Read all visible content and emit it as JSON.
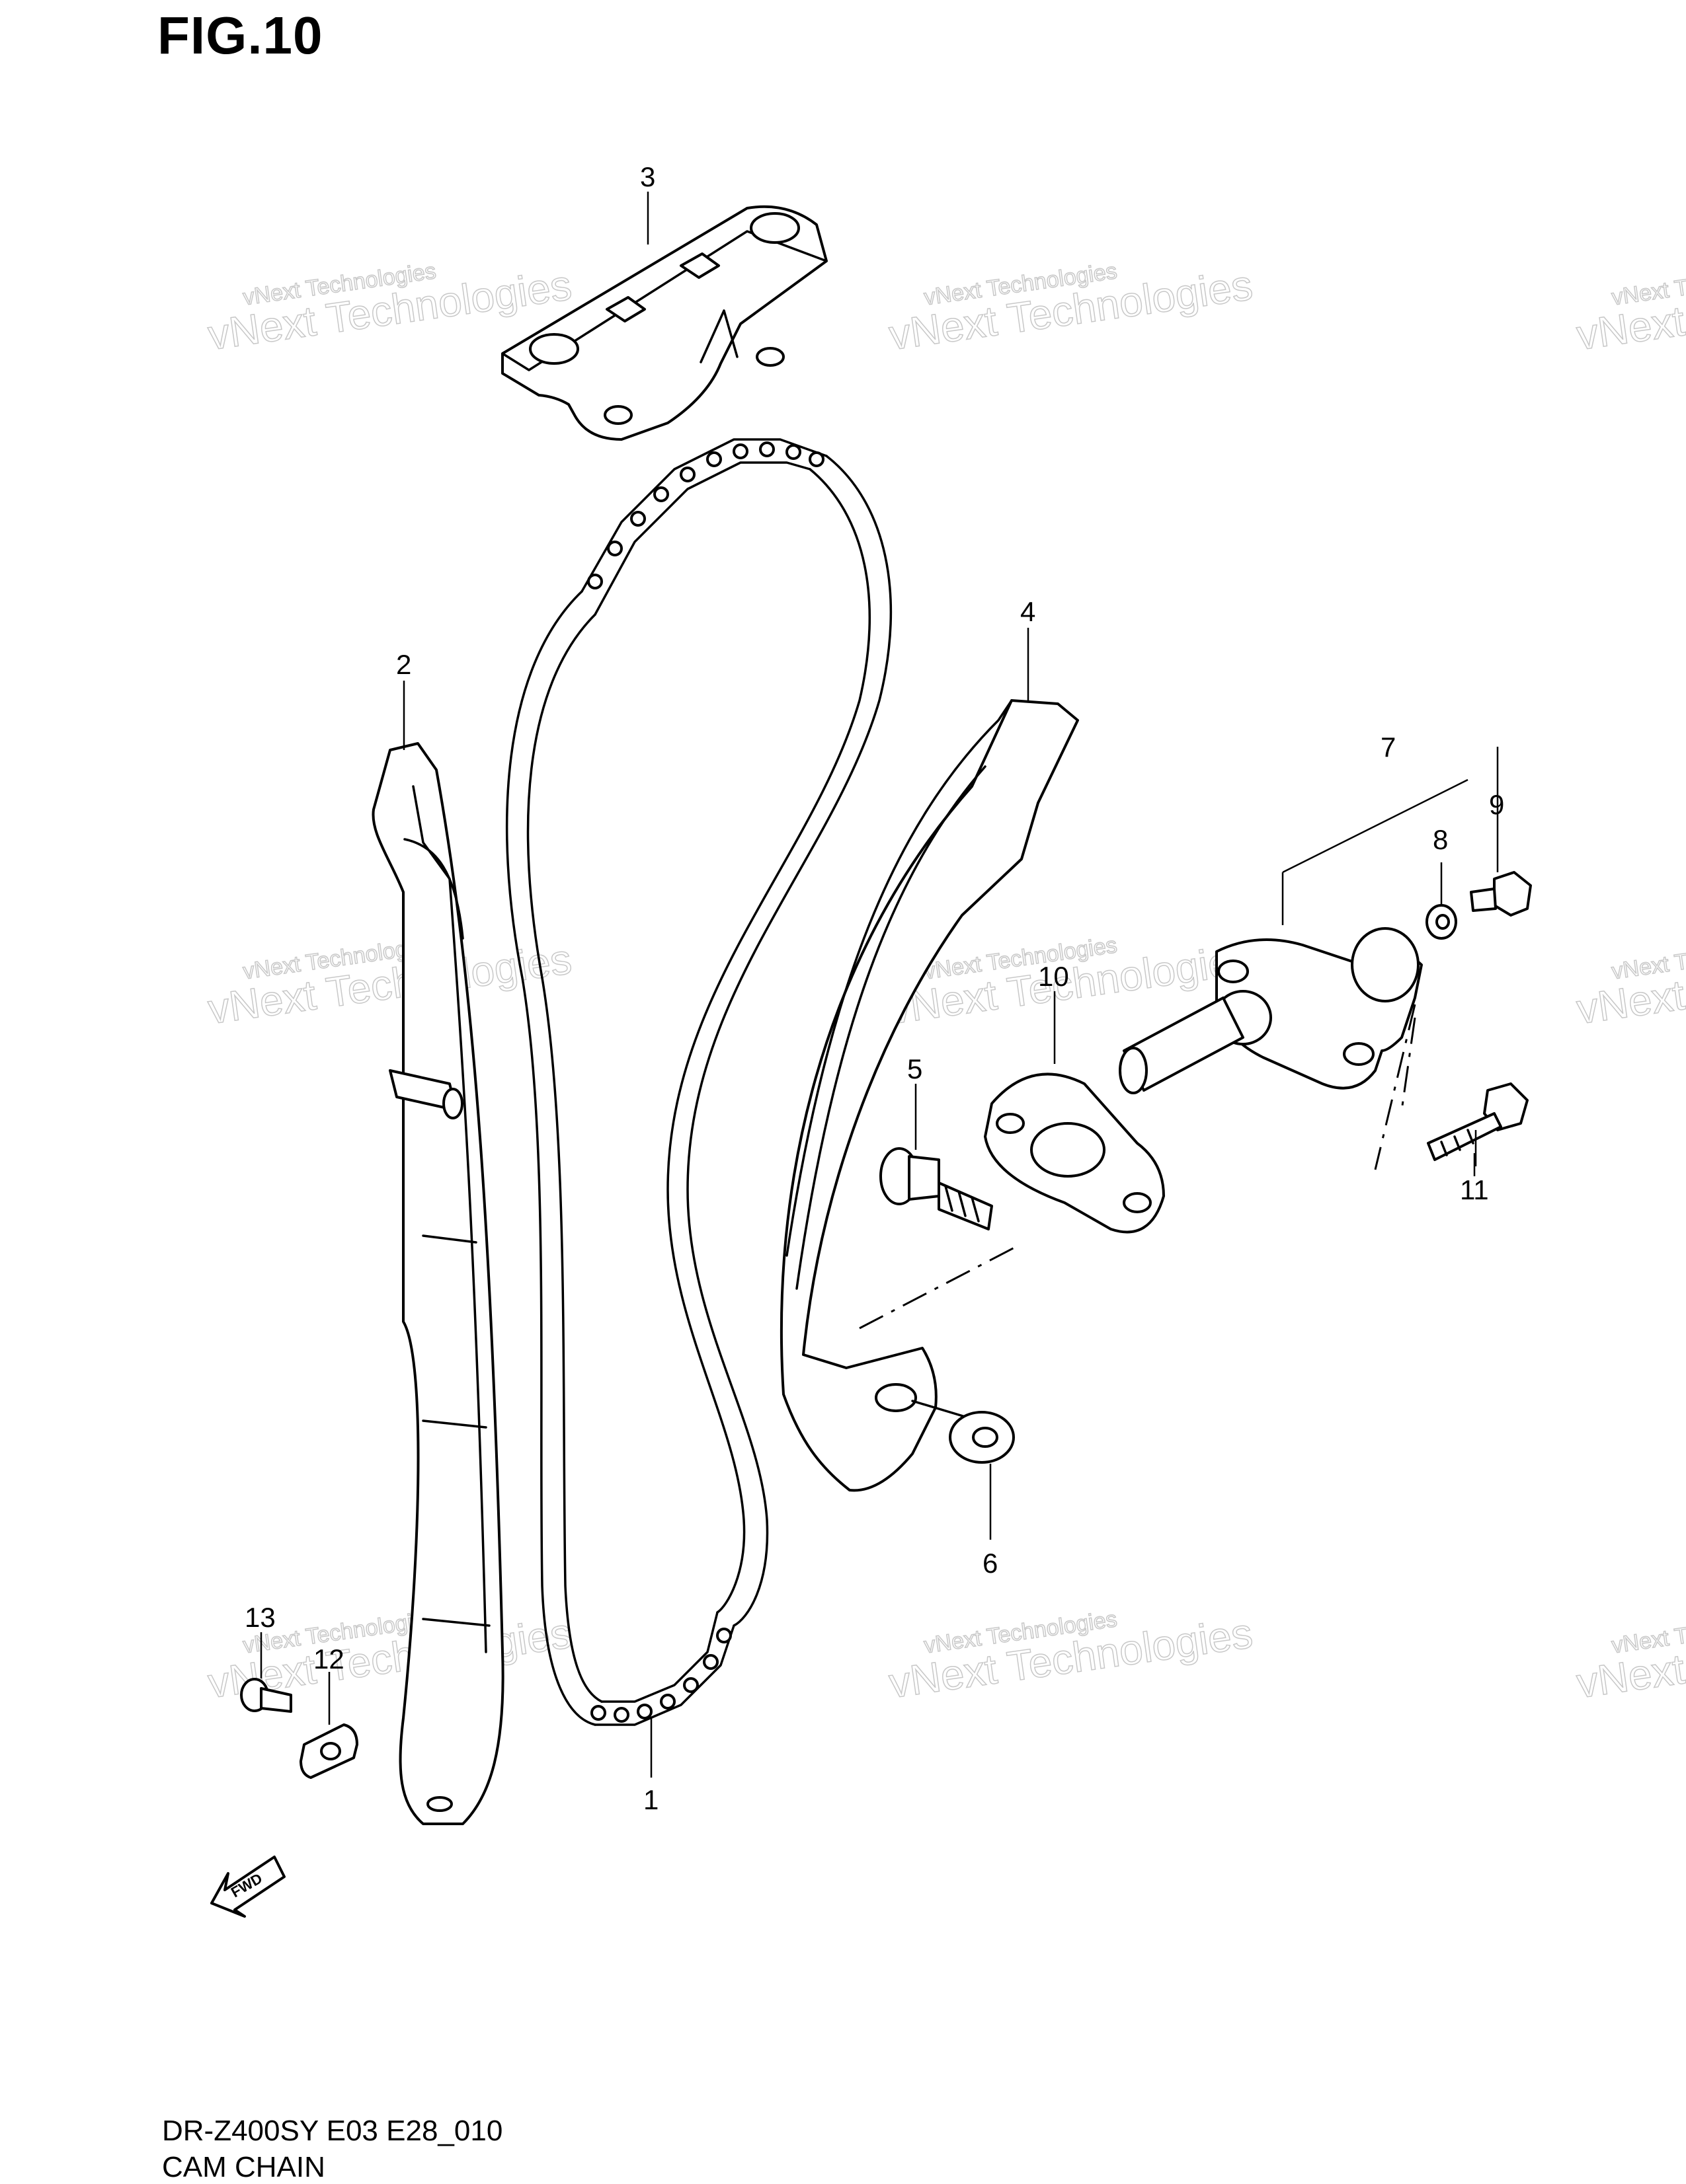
{
  "figure": {
    "title": "FIG.10",
    "model_code": "DR-Z400SY E03 E28_010",
    "name": "CAM CHAIN"
  },
  "watermark": "vNext Technologies",
  "fwd_label": "FWD",
  "callouts": [
    "1",
    "2",
    "3",
    "4",
    "5",
    "6",
    "7",
    "8",
    "9",
    "10",
    "11",
    "12",
    "13"
  ]
}
